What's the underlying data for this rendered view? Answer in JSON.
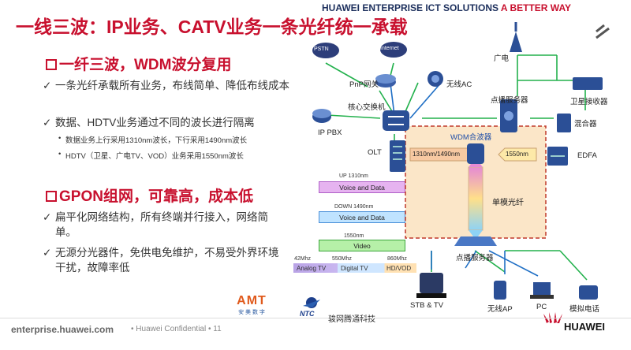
{
  "header": {
    "brand": "HUAWEI ENTERPRISE ICT SOLUTIONS",
    "tagline": "A BETTER WAY",
    "title": "一线三波：IP业务、CATV业务一条光纤统一承载"
  },
  "left": {
    "section1": {
      "heading": "一纤三波，WDM波分复用",
      "bullets": [
        "一条光纤承载所有业务，布线简单、降低布线成本",
        "数据、HDTV业务通过不同的波长进行隔离"
      ],
      "subbullets": [
        "数据业务上行采用1310nm波长，下行采用1490nm波长",
        "HDTV（卫星、广电TV、VOD）业务采用1550nm波长"
      ]
    },
    "section2": {
      "heading": "GPON组网，可靠高，成本低",
      "bullets": [
        "扁平化网络结构，所有终端并行接入，网络简单。",
        "无源分光器件，免供电免维护，不易受外界环境干扰，故障率低"
      ]
    }
  },
  "wavelengths": {
    "up_label": "UP 1310nm",
    "up_bar": "Voice and Data",
    "down_label": "DOWN 1490nm",
    "down_bar": "Voice and Data",
    "video_label": "1550nm",
    "video_bar": "Video",
    "freq": [
      "42Mhz",
      "550Mhz",
      "860Mhz"
    ],
    "bands": [
      "Analog TV",
      "Digital TV",
      "HD/VOD"
    ]
  },
  "logos": {
    "amt_text": "AMT",
    "amt_sub": "安 美 数 字",
    "ntc_text": "NTC",
    "ntc_name": "骏网腾通科技"
  },
  "diagram": {
    "pstn": "PSTN",
    "internet": "Internet",
    "pnp": "PnP网关",
    "wireless_ac": "无线AC",
    "core_switch": "核心交换机",
    "ip_pbx": "IP PBX",
    "olt": "OLT",
    "wdm": "WDM合波器",
    "wl_1310_1490": "1310nm/1490nm",
    "wl_1550": "1550nm",
    "single_mode": "单模光纤",
    "broadcast": "广电",
    "vod_server_top": "点播服务器",
    "satellite_receiver": "卫星接收器",
    "mixer": "混合器",
    "edfa": "EDFA",
    "vod_server_bottom": "点播服务器",
    "stb_tv": "STB & TV",
    "wireless_ap": "无线AP",
    "pc": "PC",
    "analog_phone": "模拟电话"
  },
  "footer": {
    "url": "enterprise.huawei.com",
    "confidential": "•  Huawei Confidential  •  11",
    "huawei": "HUAWEI"
  },
  "colors": {
    "accent": "#c8102e",
    "navy": "#1c2f5c",
    "link_green": "#22b14c",
    "link_blue": "#1f6fc5",
    "wdm_box": "#fbe6c8"
  }
}
